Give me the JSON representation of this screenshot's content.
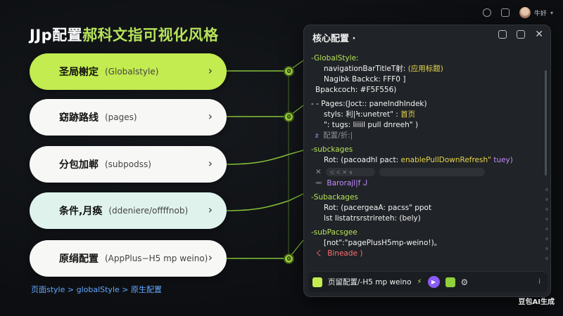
{
  "topbar": {
    "user": "牛奸",
    "caret": "▾"
  },
  "title": {
    "prefix": "JJp配置",
    "accent": "郝科文指可视化风格"
  },
  "pills": [
    {
      "main": "圣局榭定",
      "sub": "(Globalstyle)",
      "chevron": "›",
      "style": "green"
    },
    {
      "main": "窈跡路线",
      "sub": "(pages)",
      "chevron": "›",
      "style": "white"
    },
    {
      "main": "分包加郸",
      "sub": "(subpodss)",
      "chevron": "›",
      "style": "white"
    },
    {
      "main": "条件,月痪",
      "sub": "(ddeniere/offffnob)",
      "chevron": "›",
      "style": "mint"
    },
    {
      "main": "原绢配置",
      "sub": "(AppPlus−H5 mp weino)",
      "chevron": "›",
      "style": "white"
    }
  ],
  "badges": [
    "0",
    "0",
    "0"
  ],
  "breadcrumb": "页面style > globalStyle > 原生配置",
  "panel": {
    "header": "核心配置 ·",
    "lines": {
      "g1": "-GlobalStyle:",
      "g2a": "navigationBarTitleT射:",
      "g2b": "(应用标题)",
      "g3a": "Nagibk  Backck:",
      "g3b": "FFF0 ]",
      "g4a": "Bpackcoch:",
      "g4b": "#F5F556)",
      "p1": "- - Pages:(Joct:: panelndhlndek)",
      "p2a": "styls: 利|Ϟ:unetret\" :",
      "p2b": "首页",
      "p3": "\":  tugs:  liiiil pull dnreeh\" )",
      "p4a": "ᴤ",
      "p4b": "配置/折:|",
      "s1": "-subckages",
      "s2a": "Rot:  (pacoadhl pact:  ",
      "s2b": "enablePullDownRefresh\"",
      "s2c": " tuey)",
      "s3a": "✕",
      "s3b": "⊂ ᐸ ✕ ∨",
      "s3c": "",
      "s4a": "ᆇ",
      "s4b": "Barorajl|f ᒍ",
      "u1": "-Subackages",
      "u2": "Rot:  (pacergeaA:  pacss\"  ppot",
      "u3": "lst   listatrsrstrireteh: (bely)",
      "n1": "-subPacsgee",
      "n2": "[not\":\"pagePlusH5mp-weino!)。",
      "n3a": "く",
      "n3b": "Bineade )"
    },
    "footer": {
      "label": "页留配置/-H5 mp weino",
      "sep": "⚡",
      "play": "▶",
      "gear": "⚙"
    }
  },
  "watermark": "豆包AI生成"
}
